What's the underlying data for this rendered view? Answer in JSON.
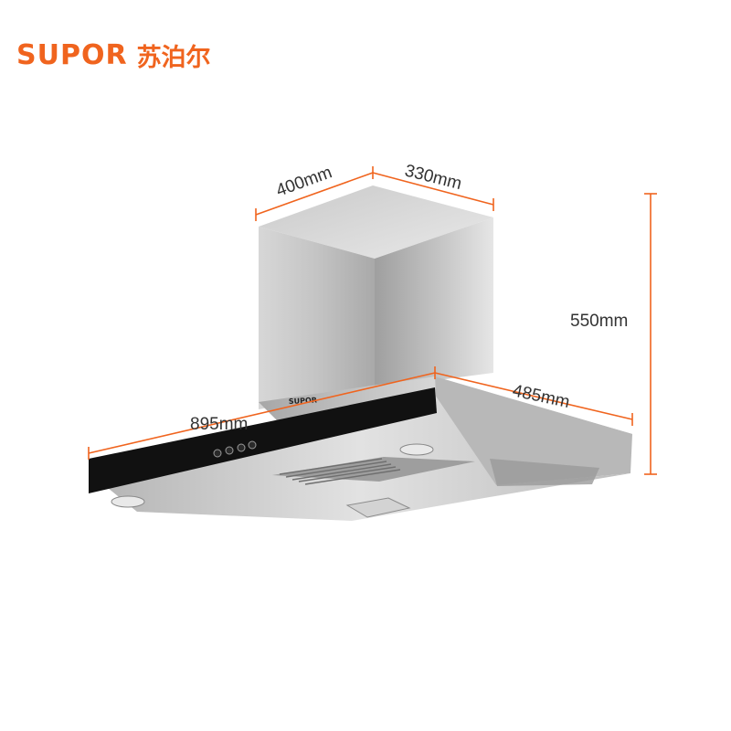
{
  "brand": {
    "name_en": "SUPOR",
    "name_cn": "苏泊尔"
  },
  "product": {
    "label": "SUPOR"
  },
  "dimensions": {
    "chimney_width": "400mm",
    "chimney_depth": "330mm",
    "total_height": "550mm",
    "hood_width": "895mm",
    "hood_depth": "485mm"
  },
  "colors": {
    "accent": "#f0641e",
    "dimension_line": "#f0641e",
    "panel": "#111111",
    "steel": "#c9c9c9"
  }
}
